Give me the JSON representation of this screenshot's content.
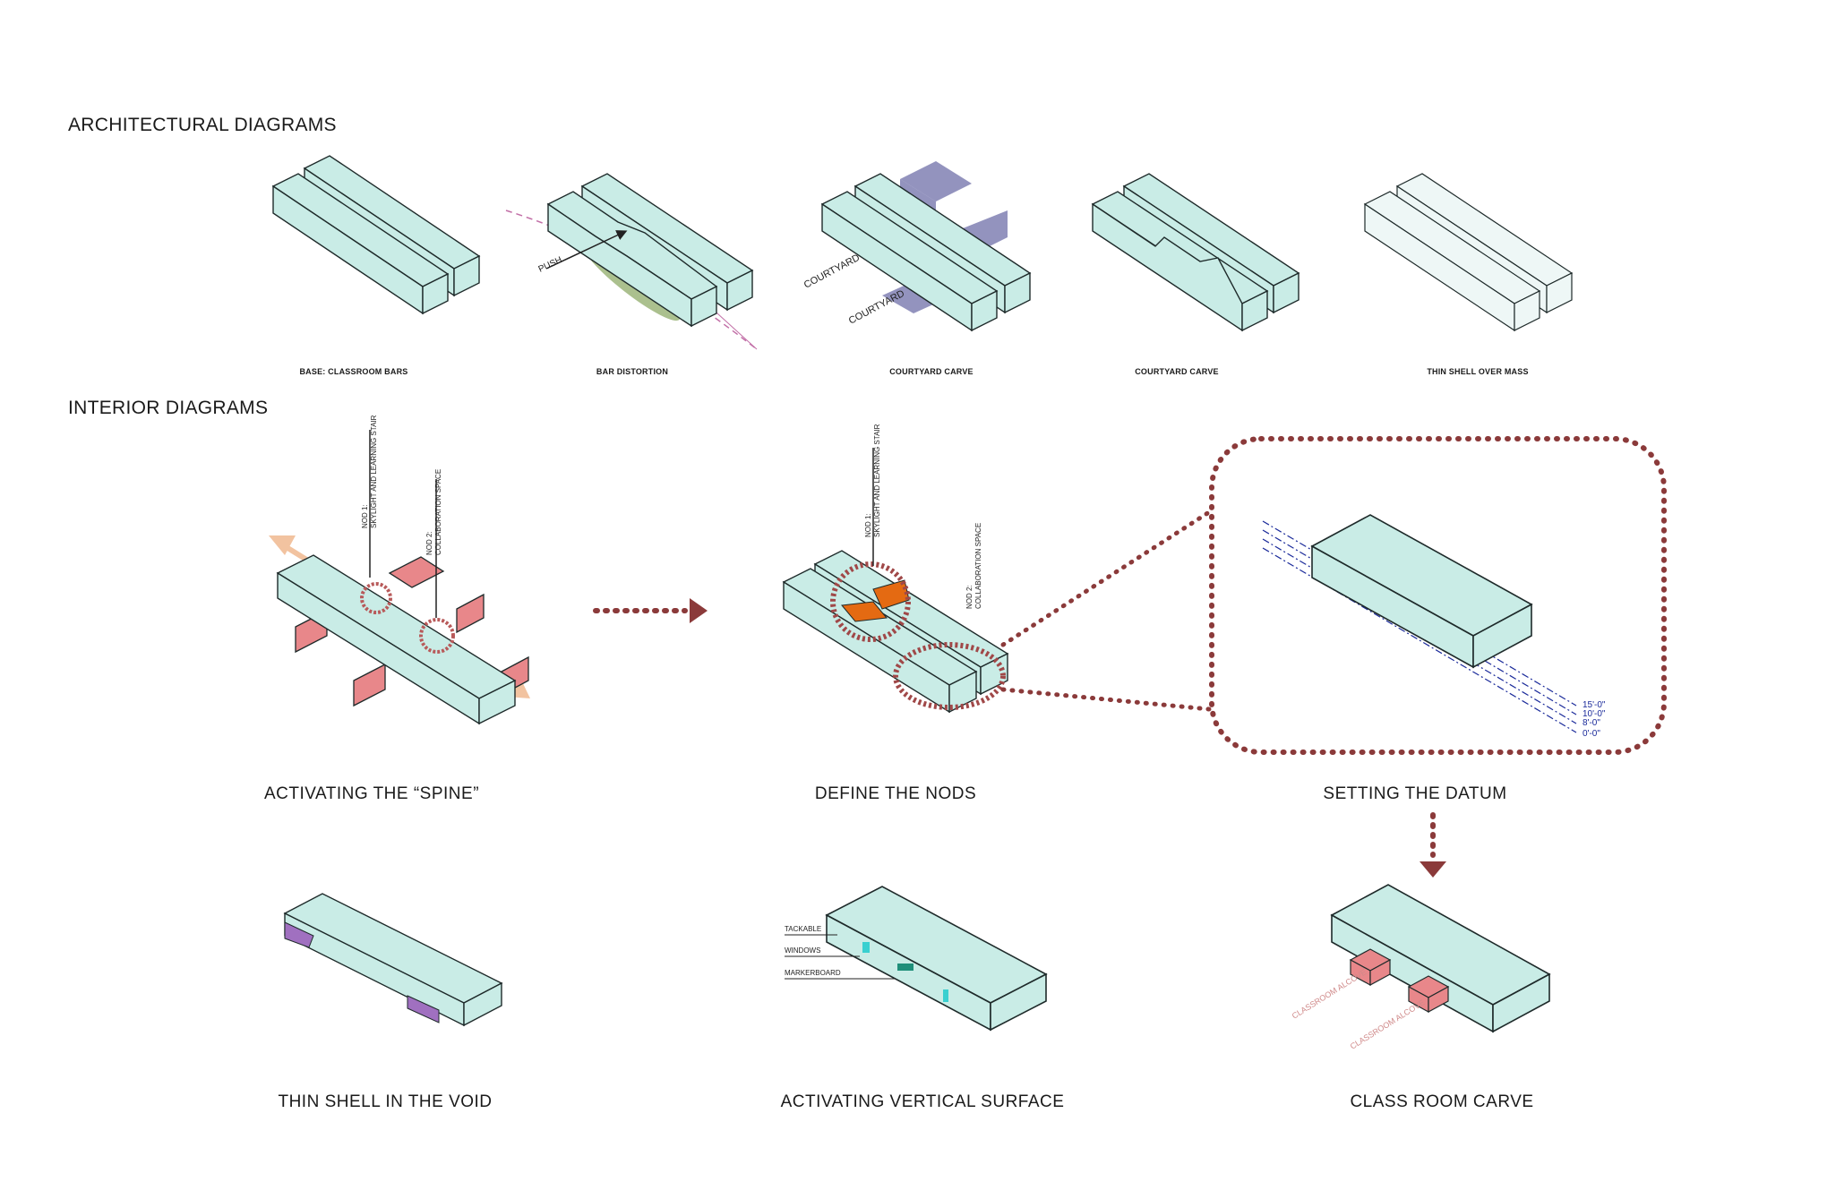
{
  "headings": {
    "architectural": "ARCHITECTURAL DIAGRAMS",
    "interior": "INTERIOR DIAGRAMS"
  },
  "architectural_captions": [
    "BASE: CLASSROOM BARS",
    "BAR DISTORTION",
    "COURTYARD CARVE",
    "COURTYARD CARVE",
    "THIN SHELL OVER MASS"
  ],
  "annotations": {
    "push": "PUSH",
    "courtyard_1": "COURTYARD",
    "courtyard_2": "COURTYARD",
    "nod1_line1": "NOD 1:",
    "nod1_line2": "SKYLIGHT AND LEARNING STAIR",
    "nod2_line1": "NOD 2:",
    "nod2_line2": "COLLABORATION SPACE",
    "tackable": "TACKABLE",
    "windows": "WINDOWS",
    "markerboard": "MARKERBOARD",
    "alcove_1": "CLASSROOM ALCOVE",
    "alcove_2": "CLASSROOM ALCOVE"
  },
  "datum_levels": [
    "15'-0\"",
    "10'-0\"",
    "8'-0\"",
    "0'-0\""
  ],
  "interior_captions": {
    "spine": "ACTIVATING THE “SPINE”",
    "nods": "DEFINE THE NODS",
    "datum": "SETTING THE DATUM",
    "shell": "THIN SHELL IN THE VOID",
    "vertical": "ACTIVATING VERTICAL SURFACE",
    "classroom": "CLASS ROOM CARVE"
  },
  "colors": {
    "mass_fill": "#c9ece6",
    "mass_stroke": "#1e2a2a",
    "accent_red": "#8b3a3a",
    "pink_block": "#e8878a",
    "orange_stair": "#e46a12",
    "purple_shell": "#a070c0",
    "courtyard_void": "#6f6fa8",
    "datum_blue": "#1a2a9a"
  }
}
